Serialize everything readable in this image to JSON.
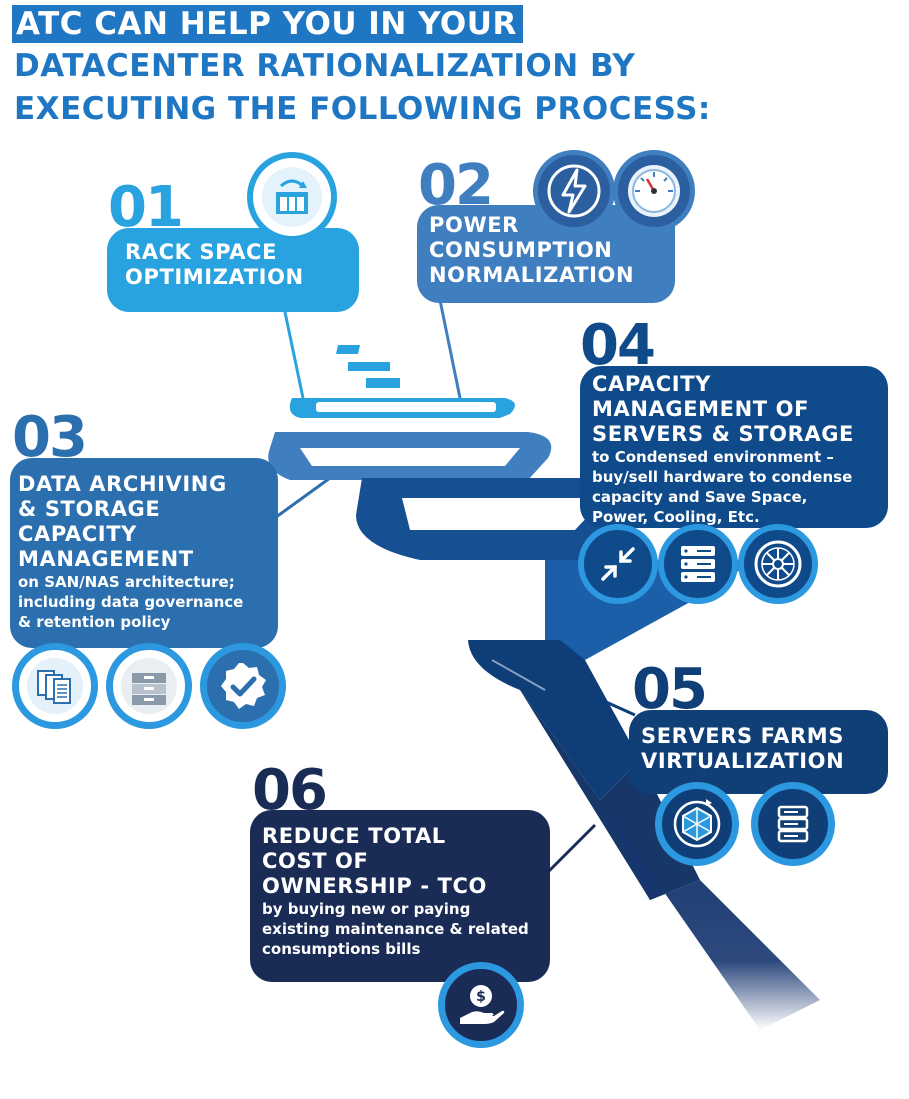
{
  "title": {
    "line1": "ATC CAN HELP YOU IN YOUR",
    "line2": "DATACENTER RATIONALIZATION BY",
    "line3": "EXECUTING THE FOLLOWING PROCESS:"
  },
  "steps": [
    {
      "number": "01",
      "heading": [
        "RACK SPACE",
        "OPTIMIZATION"
      ],
      "details": [],
      "icons": [
        "rack-arrows-icon"
      ]
    },
    {
      "number": "02",
      "heading": [
        "POWER",
        "CONSUMPTION",
        "NORMALIZATION"
      ],
      "details": [],
      "icons": [
        "lightning-icon",
        "gauge-icon"
      ]
    },
    {
      "number": "03",
      "heading": [
        "DATA ARCHIVING",
        "& STORAGE",
        "CAPACITY",
        "MANAGEMENT"
      ],
      "details": [
        "on SAN/NAS architecture;",
        "including data governance",
        "& retention policy"
      ],
      "icons": [
        "documents-icon",
        "archive-drawer-icon",
        "verified-badge-icon"
      ]
    },
    {
      "number": "04",
      "heading": [
        "CAPACITY",
        "MANAGEMENT OF",
        "SERVERS & STORAGE"
      ],
      "details": [
        "to Condensed environment –",
        "buy/sell hardware to condense",
        "capacity and Save Space,",
        "Power, Cooling, Etc."
      ],
      "icons": [
        "compress-arrows-icon",
        "server-rack-icon",
        "cooling-fan-icon"
      ]
    },
    {
      "number": "05",
      "heading": [
        "SERVERS FARMS",
        "VIRTUALIZATION"
      ],
      "details": [],
      "icons": [
        "virtual-cube-icon",
        "server-stack-icon"
      ]
    },
    {
      "number": "06",
      "heading": [
        "REDUCE TOTAL",
        "COST OF",
        "OWNERSHIP - TCO"
      ],
      "details": [
        "by buying new or paying",
        "existing maintenance & related",
        "consumptions bills"
      ],
      "icons": [
        "money-hand-icon"
      ]
    }
  ],
  "colors": {
    "step1": "#29a3e0",
    "step2": "#3f7fc0",
    "step3": "#2c6fae",
    "step4": "#0f4a8a",
    "step5": "#103f78",
    "step6": "#1a2b55",
    "title": "#1f77c4",
    "icon_ring": "#2b98e0"
  }
}
